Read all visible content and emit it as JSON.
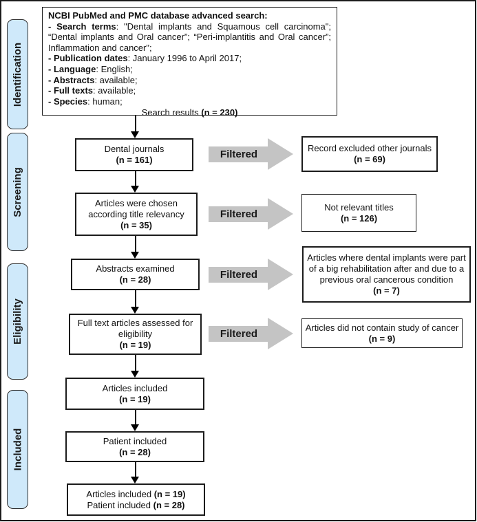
{
  "header_box": {
    "title": "NCBI PubMed and PMC database advanced search:",
    "criteria": [
      {
        "label": "- Search terms",
        "text": ": \"Dental implants and Squamous cell carcinoma\"; “Dental implants and Oral cancer”; “Peri-implantitis and Oral cancer”; Inflammation and cancer\";"
      },
      {
        "label": "- Publication dates",
        "text": ": January 1996 to April 2017;"
      },
      {
        "label": "- Language",
        "text": ": English;"
      },
      {
        "label": "- Abstracts",
        "text": ": available;"
      },
      {
        "label": "- Full texts",
        "text": ": available;"
      },
      {
        "label": "- Species",
        "text": ": human;"
      }
    ],
    "result": {
      "text": "Search results ",
      "bold": "(n = 230)"
    }
  },
  "sidebar": {
    "items": [
      {
        "label": "Identification"
      },
      {
        "label": "Screening"
      },
      {
        "label": "Eligibility"
      },
      {
        "label": "Included"
      }
    ]
  },
  "flow": {
    "filtered_label": "Filtered",
    "boxes": [
      {
        "line1": "Dental journals",
        "count": "(n = 161)"
      },
      {
        "line1": "Articles were chosen",
        "line2": "according title relevancy",
        "count": "(n = 35)"
      },
      {
        "line1": "Abstracts examined",
        "count": "(n = 28)"
      },
      {
        "line1": "Full text articles assessed for",
        "line2": "eligibility",
        "count": "(n = 19)"
      },
      {
        "line1": "Articles included",
        "count": "(n = 19)"
      },
      {
        "line1": "Patient included",
        "count": "(n = 28)"
      }
    ],
    "final_box": {
      "l1_text": "Articles included ",
      "l1_bold": "(n = 19)",
      "l2_text": "Patient included ",
      "l2_bold": "(n = 28)"
    },
    "excluded": [
      {
        "line1": "Record excluded other journals",
        "count": "(n = 69)"
      },
      {
        "line1": "Not relevant titles",
        "count": "(n = 126)"
      },
      {
        "line1": "Articles where dental implants were part",
        "line2": "of a big rehabilitation after and due to a",
        "line3": "previous oral cancerous condition",
        "count": "(n = 7)"
      },
      {
        "line1": "Articles did not contain study of cancer",
        "count": "(n = 9)"
      }
    ]
  },
  "colors": {
    "stage_fill": "#cfe9fa",
    "filtered_arrow_gray": "#c4c4c4",
    "border_black": "#1b1b1b"
  }
}
